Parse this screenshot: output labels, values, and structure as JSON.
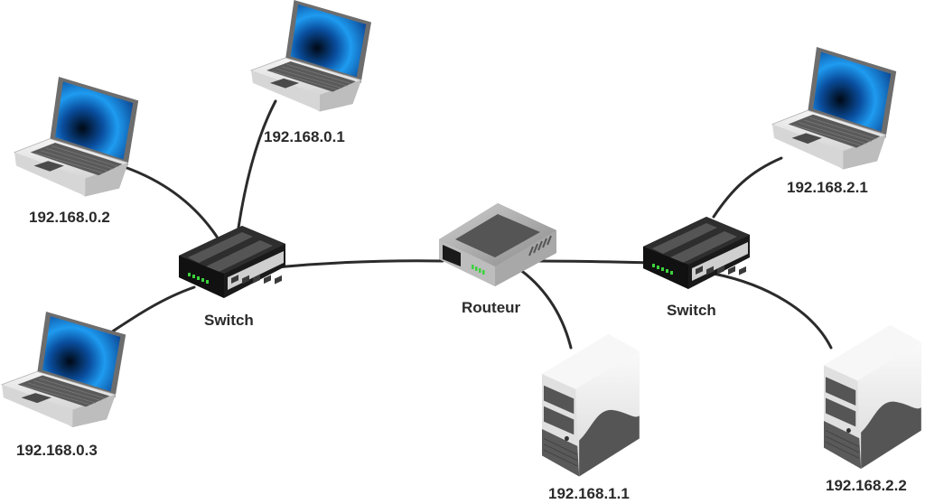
{
  "diagram": {
    "title": "Network topology",
    "nodes": [
      {
        "id": "laptop1",
        "type": "laptop",
        "label": "192.168.0.1"
      },
      {
        "id": "laptop2",
        "type": "laptop",
        "label": "192.168.0.2"
      },
      {
        "id": "laptop3",
        "type": "laptop",
        "label": "192.168.0.3"
      },
      {
        "id": "switch1",
        "type": "switch",
        "label": "Switch"
      },
      {
        "id": "router",
        "type": "router",
        "label": "Routeur"
      },
      {
        "id": "server1",
        "type": "server",
        "label": "192.168.1.1"
      },
      {
        "id": "switch2",
        "type": "switch",
        "label": "Switch"
      },
      {
        "id": "laptop4",
        "type": "laptop",
        "label": "192.168.2.1"
      },
      {
        "id": "server2",
        "type": "server",
        "label": "192.168.2.2"
      }
    ],
    "edges": [
      {
        "from": "laptop1",
        "to": "switch1"
      },
      {
        "from": "laptop2",
        "to": "switch1"
      },
      {
        "from": "laptop3",
        "to": "switch1"
      },
      {
        "from": "switch1",
        "to": "router"
      },
      {
        "from": "router",
        "to": "server1"
      },
      {
        "from": "router",
        "to": "switch2"
      },
      {
        "from": "switch2",
        "to": "laptop4"
      },
      {
        "from": "switch2",
        "to": "server2"
      }
    ],
    "colors": {
      "cable": "#2b2b2b",
      "screen": "#1a8fe0",
      "led": "#3cd23c",
      "label": "#2a2a2a"
    }
  }
}
